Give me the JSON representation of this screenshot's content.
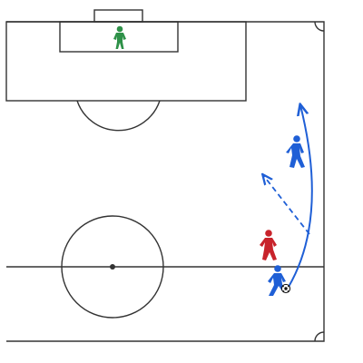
{
  "diagram": {
    "colors": {
      "background": "#ffffff",
      "lines": "#333333",
      "attacker": "#1f5fd6",
      "defender": "#c8232b",
      "goalkeeper": "#2e9148",
      "run_arrow": "#1f5fd6",
      "pass_arrow": "#1f5fd6"
    },
    "players": [
      {
        "role": "goalkeeper",
        "team": "goalkeeper-team",
        "icon": "goalkeeper-figure-icon"
      },
      {
        "role": "attacker-runner",
        "team": "attack",
        "icon": "player-figure-icon"
      },
      {
        "role": "defender",
        "team": "defense",
        "icon": "player-figure-icon"
      },
      {
        "role": "attacker-ball-carrier",
        "team": "attack",
        "icon": "player-figure-icon"
      }
    ],
    "ball": {
      "icon": "football-icon"
    },
    "arrows": [
      {
        "kind": "run",
        "style": "solid-curve"
      },
      {
        "kind": "pass",
        "style": "dashed"
      }
    ]
  }
}
